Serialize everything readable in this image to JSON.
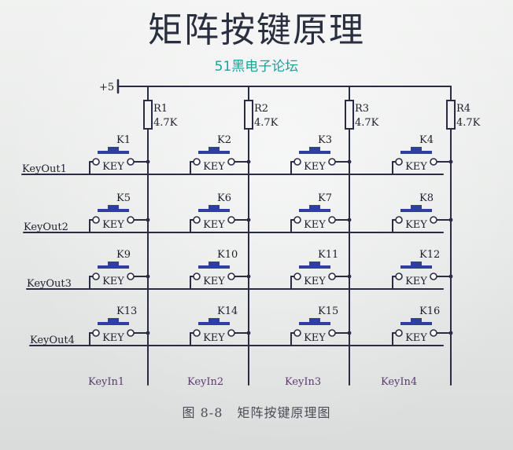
{
  "title": "矩阵按键原理",
  "watermark": "51黑电子论坛",
  "caption": {
    "figure_no": "图 8-8",
    "text": "矩阵按键原理图"
  },
  "power": {
    "label": "+5"
  },
  "resistors": [
    {
      "name": "R1",
      "value": "4.7K"
    },
    {
      "name": "R2",
      "value": "4.7K"
    },
    {
      "name": "R3",
      "value": "4.7K"
    },
    {
      "name": "R4",
      "value": "4.7K"
    }
  ],
  "rows": [
    "KeyOut1",
    "KeyOut2",
    "KeyOut3",
    "KeyOut4"
  ],
  "columns": [
    "KeyIn1",
    "KeyIn2",
    "KeyIn3",
    "KeyIn4"
  ],
  "keys": [
    [
      "K1",
      "K2",
      "K3",
      "K4"
    ],
    [
      "K5",
      "K6",
      "K7",
      "K8"
    ],
    [
      "K9",
      "K10",
      "K11",
      "K12"
    ],
    [
      "K13",
      "K14",
      "K15",
      "K16"
    ]
  ],
  "key_text": "KEY",
  "colors": {
    "wire": "#2a2c43",
    "button": "#2f3fa0",
    "keyin_label": "#5c3a6e",
    "watermark": "#1aa39a"
  }
}
